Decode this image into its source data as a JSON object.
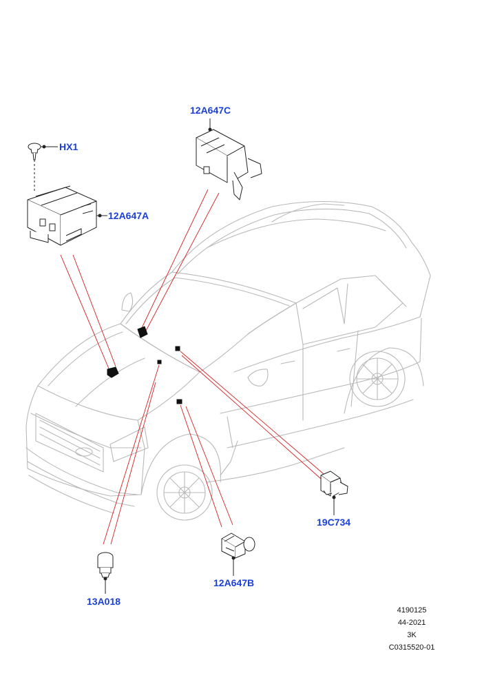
{
  "callouts": {
    "hx1": "HX1",
    "a647a": "12A647A",
    "a647b": "12A647B",
    "a647c": "12A647C",
    "c734": "19C734",
    "a018": "13A018"
  },
  "reference": {
    "line1": "4190125",
    "line2": "44-2021",
    "line3": "3K",
    "line4": "C0315520-01"
  },
  "colors": {
    "callout_text": "#1a3fd6",
    "leader_line": "#d62020",
    "outline": "#b8b8b8",
    "part_outline": "#222222"
  }
}
